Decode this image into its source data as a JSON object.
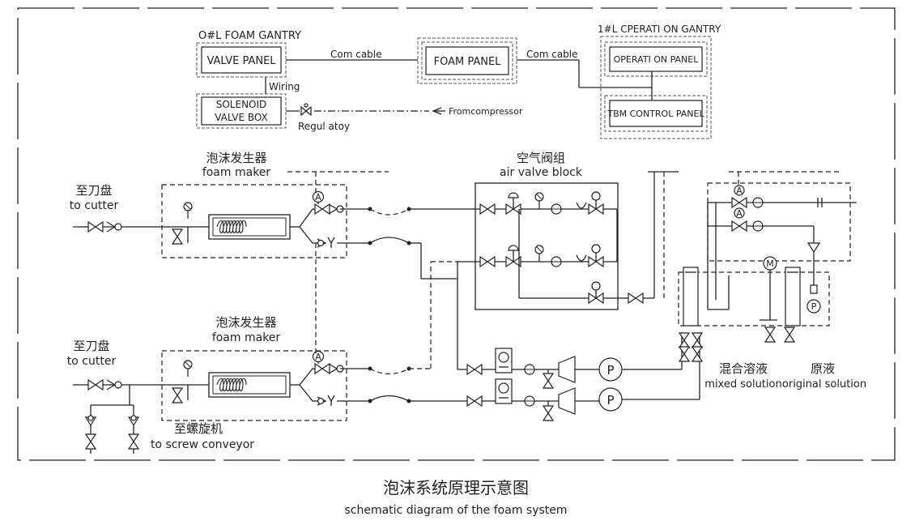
{
  "gantry0": {
    "title": "O#L FOAM GANTRY",
    "valve_panel": "VALVE PANEL",
    "wiring": "Wiring",
    "solenoid_1": "SOLENOID",
    "solenoid_2": "VALVE BOX",
    "regul": "Regul atoy",
    "compressor": "Fromcompressor"
  },
  "foam_panel": {
    "label": "FOAM PANEL",
    "cable_left": "Com cable",
    "cable_right": "Com cable"
  },
  "gantry1": {
    "title": "1#L CPERATI ON GANTRY",
    "operation_panel": "OPERATI ON PANEL",
    "tbm_panel": "TBM CONTROL PANEL"
  },
  "foam_maker_top": {
    "zh": "泡沫发生器",
    "en": "foam maker"
  },
  "foam_maker_bottom": {
    "zh": "泡沫发生器",
    "en": "foam maker"
  },
  "cutter_top": {
    "zh": "至刀盘",
    "en": "to cutter"
  },
  "cutter_bottom": {
    "zh": "至刀盘",
    "en": "to cutter"
  },
  "screw": {
    "zh": "至螺旋机",
    "en": "to screw conveyor"
  },
  "air_valve": {
    "zh": "空气阀组",
    "en": "air valve block"
  },
  "mixed": {
    "zh": "混合溶液",
    "en": "mixed solution"
  },
  "original": {
    "zh": "原液",
    "en": "original solution"
  },
  "symbols": {
    "pump": "P",
    "motor": "M",
    "flow_a": "A"
  },
  "caption": {
    "zh": "泡沫系统原理示意图",
    "en": "schematic diagram of the foam system"
  }
}
